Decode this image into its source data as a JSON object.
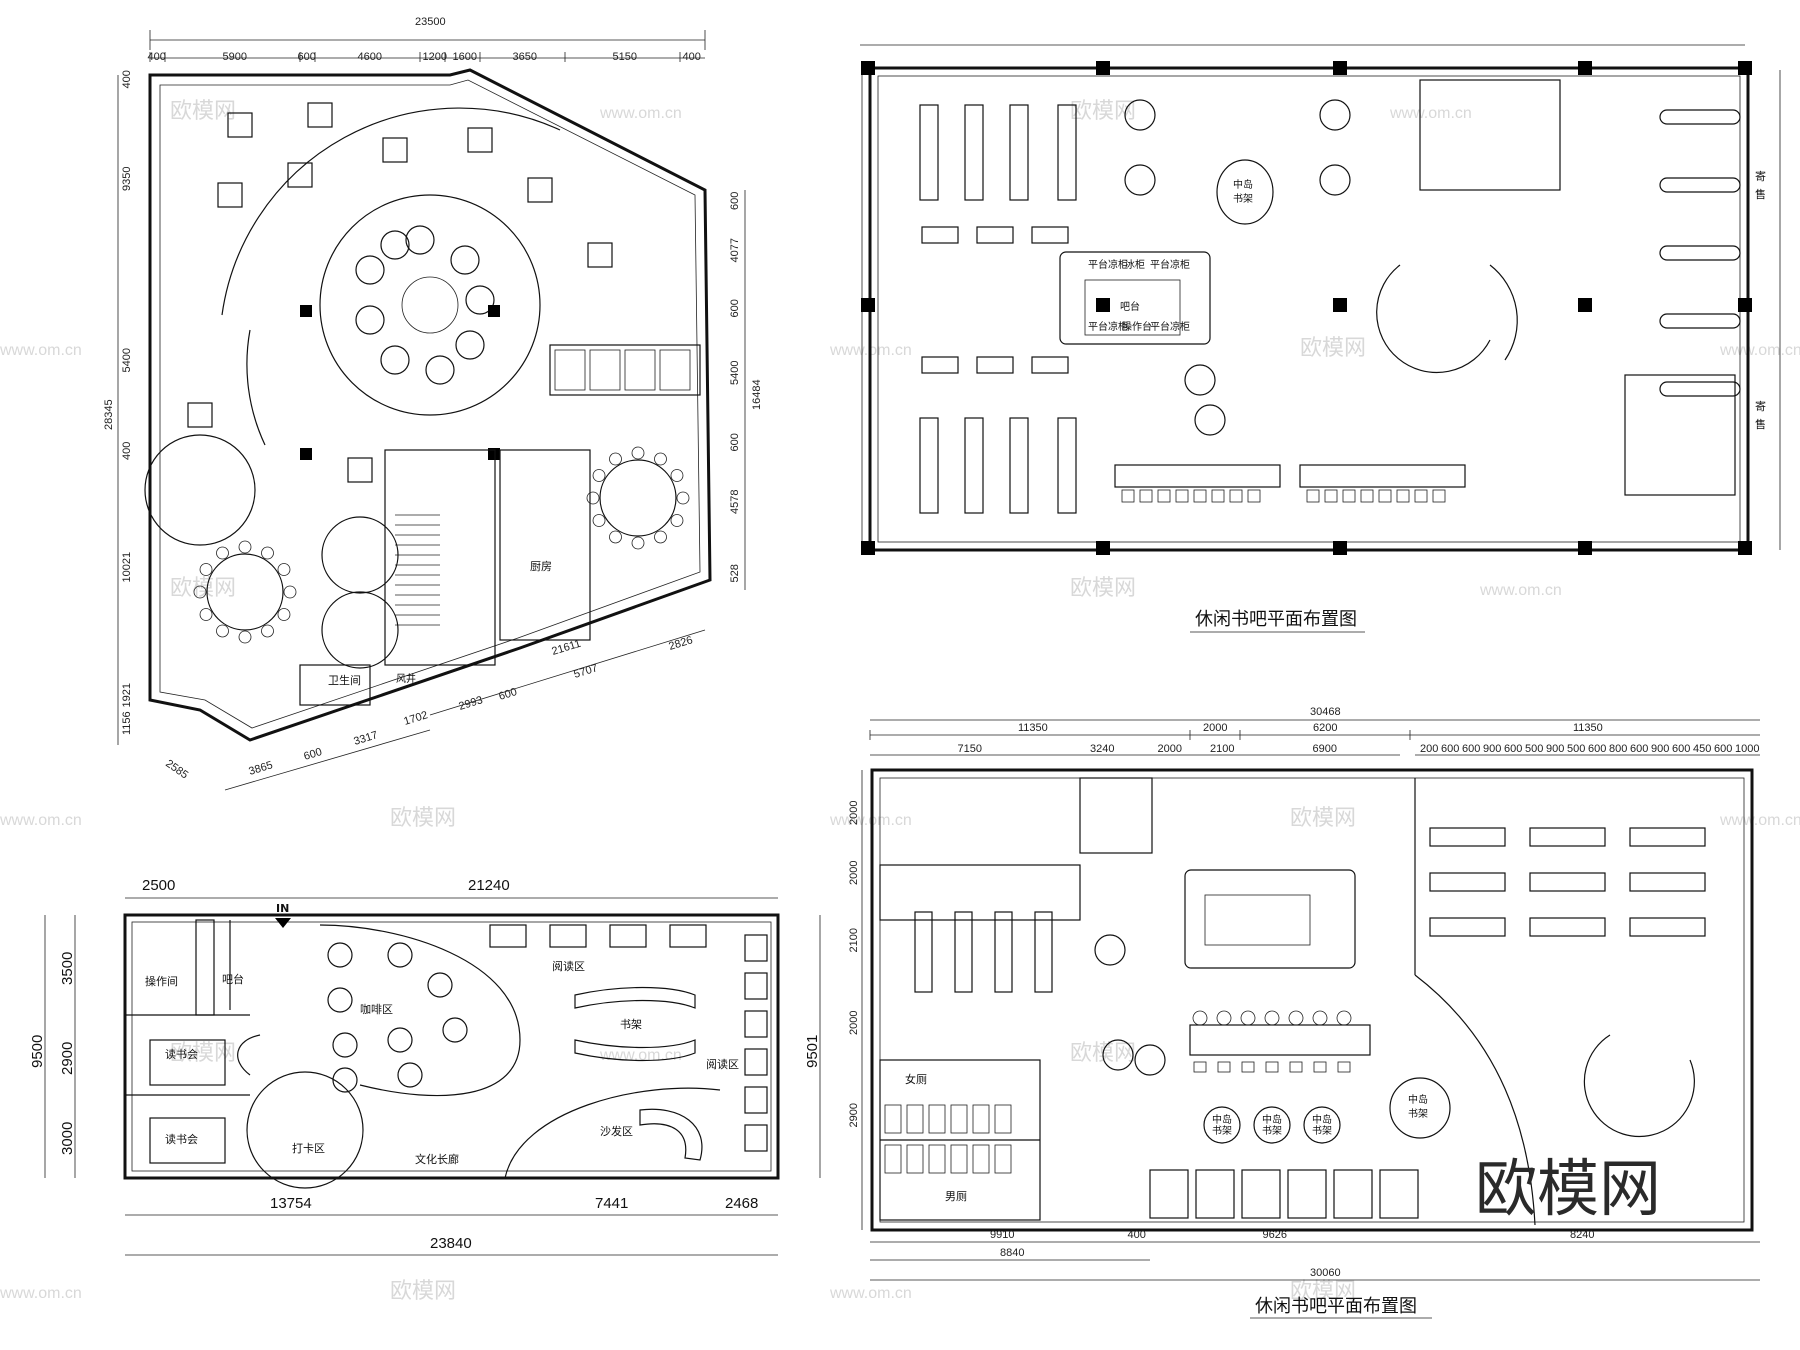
{
  "watermarks": {
    "brand": "欧模网",
    "url": "www.om.cn",
    "corner_brand": "欧模网"
  },
  "plan_a": {
    "top_dims": [
      "400",
      "5900",
      "600",
      "4600",
      "1200",
      "1600",
      "3650",
      "5150",
      "400"
    ],
    "top_total": "23500",
    "left_dims": [
      "400",
      "9350",
      "5400",
      "400",
      "10021",
      "1921",
      "1156"
    ],
    "left_total": "28345",
    "right_dims": [
      "600",
      "4077",
      "600",
      "5400",
      "600",
      "4578",
      "528"
    ],
    "right_total": "16484",
    "bottom_dims_right": [
      "1702",
      "2993",
      "600",
      "5707",
      "2826"
    ],
    "bottom_total_right": "21611",
    "bottom_dims_left": [
      "3865",
      "600",
      "3317"
    ],
    "bottom_corner": "2585",
    "rooms": {
      "kitchen": "厨房",
      "toilet": "卫生间",
      "shaft": "风井"
    }
  },
  "plan_b": {
    "caption": "休闲书吧平面布置图",
    "island": [
      "中岛",
      "书架"
    ],
    "bar": "吧台",
    "storage": [
      "寄",
      "售"
    ],
    "bar_items": [
      "平台凉柜",
      "冰柜",
      "平台凉柜",
      "平台凉柜",
      "操作台",
      "平台凉柜"
    ]
  },
  "plan_c": {
    "top_left": "2500",
    "top_right": "21240",
    "left_dims": [
      "3500",
      "2900",
      "3000"
    ],
    "left_total": "9500",
    "right_total": "9501",
    "bottom_dims": [
      "13754",
      "7441",
      "2468"
    ],
    "bottom_total": "23840",
    "entry": "IN",
    "rooms": {
      "ops": "操作间",
      "bar": "吧台",
      "book1": "读书会",
      "book2": "读书会",
      "coffee": "咖啡区",
      "read1": "阅读区",
      "read2": "阅读区",
      "shelf": "书架",
      "checkin": "打卡区",
      "gallery": "文化长廊",
      "sofa": "沙发区"
    }
  },
  "plan_d": {
    "caption": "休闲书吧平面布置图",
    "top_total": "30468",
    "top_dims": [
      "11350",
      "2000",
      "6200",
      "11350"
    ],
    "top_sub": [
      "7150",
      "3240",
      "2000",
      "2100",
      "6900"
    ],
    "top_right_sub": [
      "200",
      "600",
      "600",
      "900",
      "600",
      "500",
      "900",
      "500",
      "600",
      "800",
      "600",
      "900",
      "600",
      "450",
      "600",
      "1000"
    ],
    "left_dims": [
      "2000",
      "2000",
      "2100",
      "2000",
      "2900"
    ],
    "bottom_dims": [
      "9910",
      "400",
      "9626",
      "8240"
    ],
    "bottom_sub": "8840",
    "bottom_total": "30060",
    "island": [
      "中岛",
      "书架"
    ],
    "shelves": [
      "中岛",
      "书架"
    ],
    "women": "女厕",
    "men": "男厕"
  }
}
